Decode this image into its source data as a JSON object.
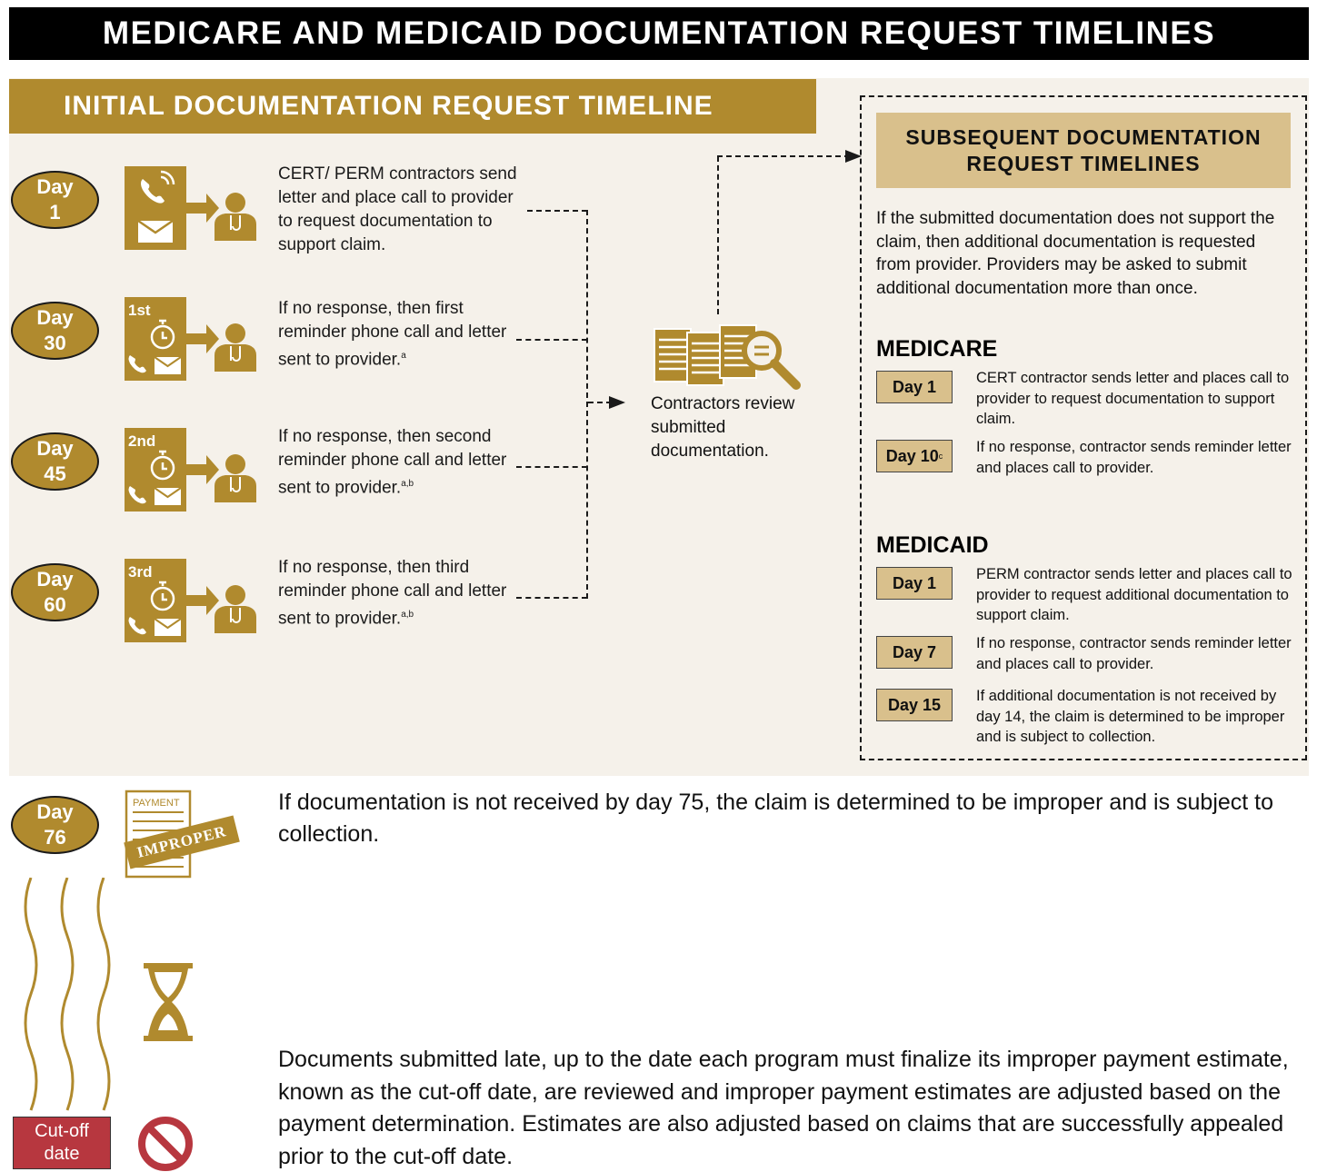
{
  "title": "MEDICARE AND MEDICAID DOCUMENTATION REQUEST TIMELINES",
  "initial": {
    "header": "INITIAL DOCUMENTATION REQUEST TIMELINE",
    "steps": [
      {
        "day_word": "Day",
        "day_num": "1",
        "badge": "",
        "icon": "phone-letter-to-doctor-icon",
        "text": "CERT/ PERM contractors send letter and place call to provider to request documentation to support claim.",
        "note": ""
      },
      {
        "day_word": "Day",
        "day_num": "30",
        "badge": "1st",
        "icon": "reminder-stopwatch-icon",
        "text": "If no response, then first reminder phone call and letter sent to provider.",
        "note": "a"
      },
      {
        "day_word": "Day",
        "day_num": "45",
        "badge": "2nd",
        "icon": "reminder-stopwatch-icon",
        "text": "If no response, then second reminder phone call and letter sent to provider.",
        "note": "a,b"
      },
      {
        "day_word": "Day",
        "day_num": "60",
        "badge": "3rd",
        "icon": "reminder-stopwatch-icon",
        "text": "If no response, then third reminder phone call and letter sent to provider.",
        "note": "a,b"
      }
    ],
    "review_text": "Contractors review submitted documentation.",
    "review_icon": "documents-magnifier-icon"
  },
  "subsequent": {
    "header_line1": "SUBSEQUENT DOCUMENTATION",
    "header_line2": "REQUEST TIMELINES",
    "intro": "If the submitted documentation does not support the claim, then additional documentation is requested from provider. Providers may be asked to submit additional documentation more than once.",
    "medicare": {
      "title": "MEDICARE",
      "items": [
        {
          "day": "Day 1",
          "note": "",
          "text": "CERT contractor sends letter and places call to provider to request documentation to support claim."
        },
        {
          "day": "Day 10",
          "note": "c",
          "text": "If no response, contractor sends reminder letter and places call to provider."
        }
      ]
    },
    "medicaid": {
      "title": "MEDICAID",
      "items": [
        {
          "day": "Day 1",
          "note": "",
          "text": "PERM contractor sends letter and places call to provider to request additional documentation to support claim."
        },
        {
          "day": "Day 7",
          "note": "",
          "text": "If no response, contractor sends reminder letter and places call to provider."
        },
        {
          "day": "Day 15",
          "note": "",
          "text": "If additional documentation is not received by day 14, the claim is determined to be improper and is subject to collection."
        }
      ]
    }
  },
  "day76": {
    "day_word": "Day",
    "day_num": "76",
    "payment_label": "PAYMENT",
    "stamp_label": "IMPROPER",
    "text": "If documentation is not received by day 75, the claim is determined to be improper and is subject to collection."
  },
  "cutoff": {
    "label_line1": "Cut-off",
    "label_line2": "date",
    "text": "Documents submitted late, up to the date each program must finalize its improper payment estimate, known as the cut-off date, are reviewed and improper payment estimates are adjusted based on the payment determination. Estimates are also adjusted based on claims that are successfully appealed prior to the cut-off date."
  },
  "colors": {
    "gold": "#b08a2e",
    "light_gold": "#d9c08c",
    "panel": "#f5f1ea",
    "cutoff_red": "#b7373f",
    "prohibited_red": "#b7373f"
  }
}
